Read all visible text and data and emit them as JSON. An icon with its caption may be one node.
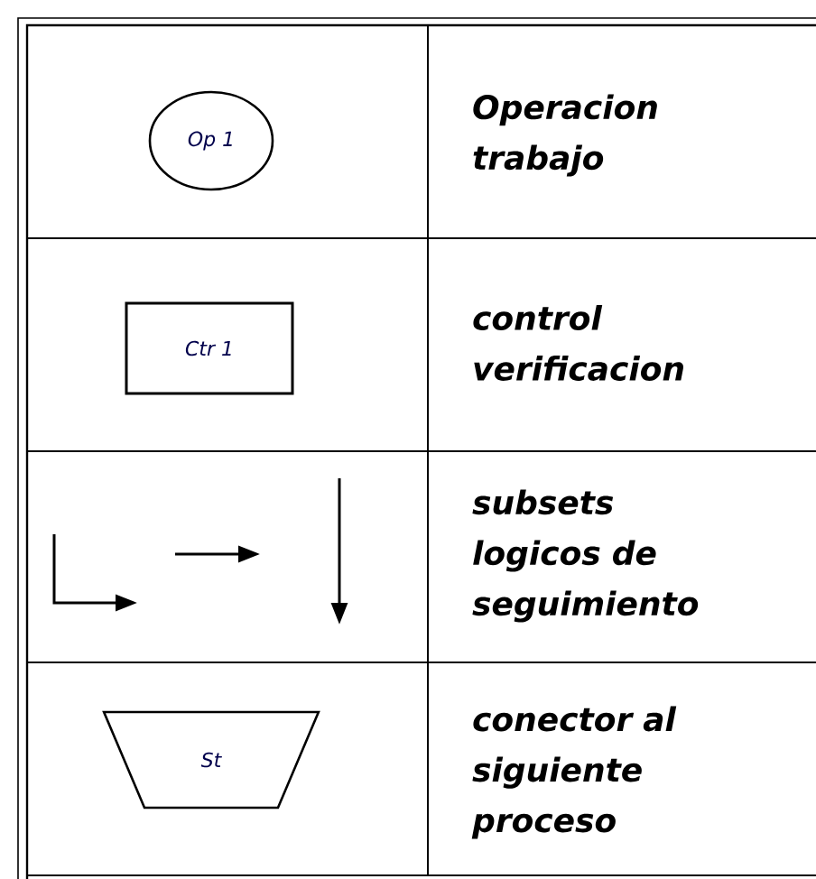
{
  "diagram": {
    "nodes": [
      {
        "text": [
          "Op 1"
        ]
      },
      {
        "text": [
          "Ctr 1"
        ]
      },
      {
        "text": [
          "St"
        ]
      }
    ],
    "labels": [
      "Operacion trabajo",
      "control verificacion",
      "subsets logicos de seguimiento",
      "conector al siguiente proceso"
    ]
  }
}
